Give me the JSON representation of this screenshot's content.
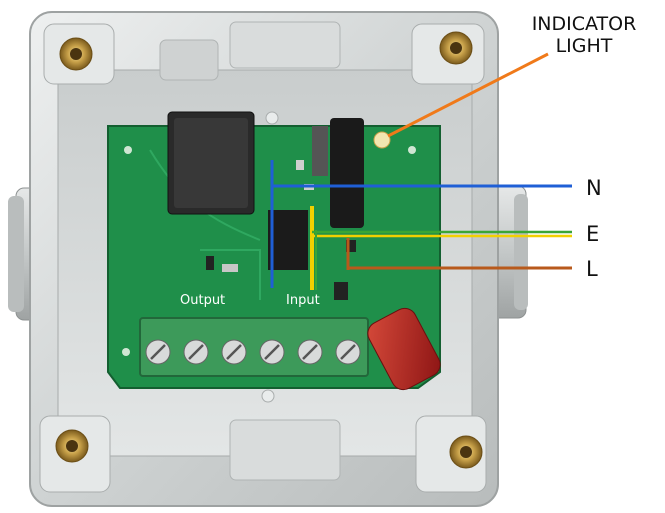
{
  "labels": {
    "indicator_line1": "INDICATOR",
    "indicator_line2": "LIGHT",
    "n": "N",
    "e": "E",
    "l": "L",
    "output": "Output",
    "input": "Input"
  },
  "colors": {
    "n_wire": "#1f5fd6",
    "e_wire_green": "#3aa535",
    "e_wire_yellow": "#f2d000",
    "l_wire": "#b85a1c",
    "indicator_arrow": "#f07a1a",
    "pcb": "#1f8f4a",
    "terminal_block": "#3d9a5a",
    "capacitor": "#b51e1e",
    "relay": "#2a2a2a",
    "enclosure": "#d9dcdc"
  }
}
